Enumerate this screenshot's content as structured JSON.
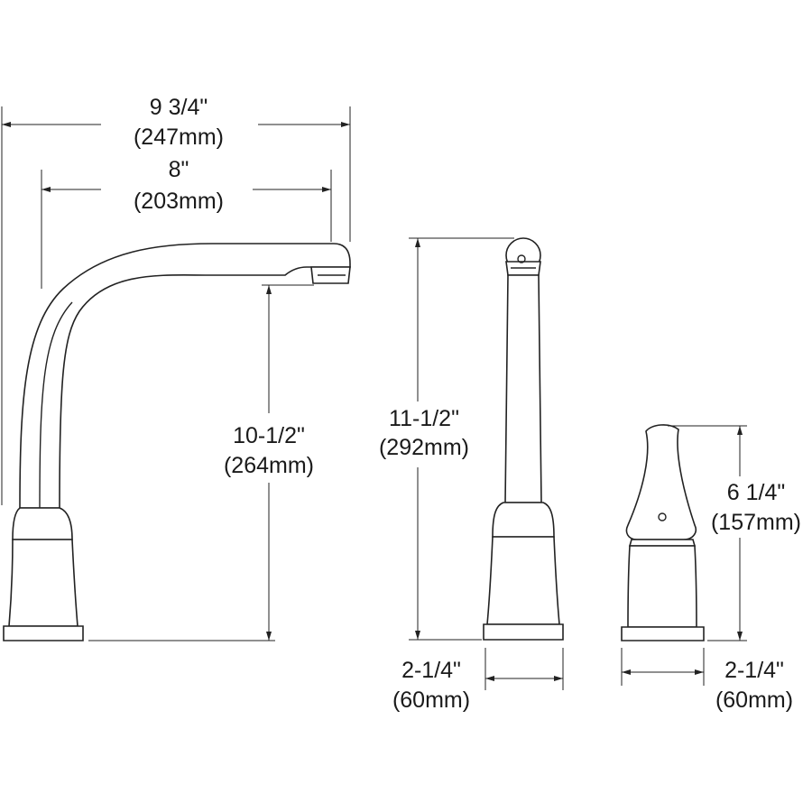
{
  "dimensions": {
    "overall_width": {
      "inches": "9 3/4\"",
      "mm": "(247mm)"
    },
    "spout_reach": {
      "inches": "8\"",
      "mm": "(203mm)"
    },
    "spout_height": {
      "inches": "10-1/2\"",
      "mm": "(264mm)"
    },
    "sprayer_height": {
      "inches": "11-1/2\"",
      "mm": "(292mm)"
    },
    "sprayer_base": {
      "inches": "2-1/4\"",
      "mm": "(60mm)"
    },
    "handle_height": {
      "inches": "6 1/4\"",
      "mm": "(157mm)"
    },
    "handle_base": {
      "inches": "2-1/4\"",
      "mm": "(60mm)"
    }
  }
}
